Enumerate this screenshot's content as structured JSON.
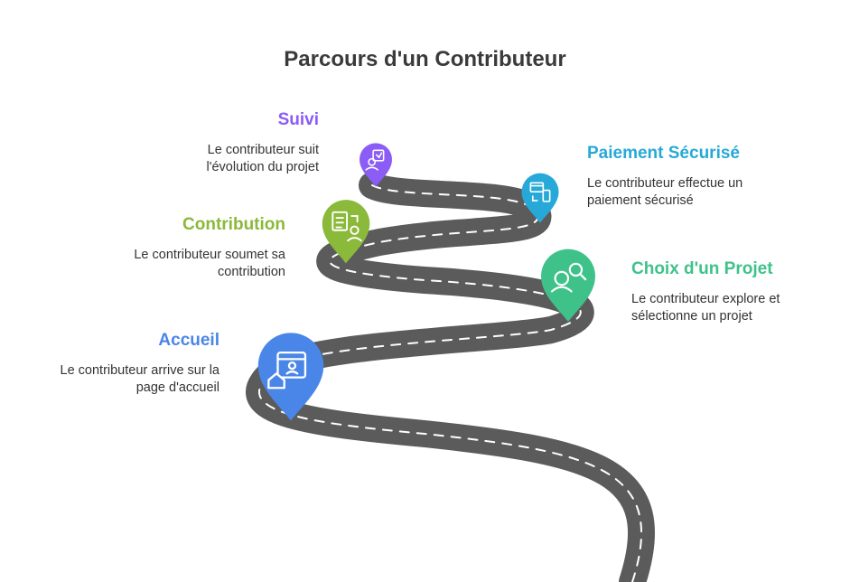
{
  "title": "Parcours d'un Contributeur",
  "steps": [
    {
      "title": "Accueil",
      "description": "Le contributeur arrive sur la page d'accueil",
      "color": "#4a86e8",
      "icon": "home-page-icon"
    },
    {
      "title": "Choix d'un Projet",
      "description": "Le contributeur explore et sélectionne un projet",
      "color": "#3fc28a",
      "icon": "user-search-icon"
    },
    {
      "title": "Contribution",
      "description": "Le contributeur soumet sa contribution",
      "color": "#8bb93a",
      "icon": "clipboard-user-icon"
    },
    {
      "title": "Paiement Sécurisé",
      "description": "Le contributeur effectue un paiement sécurisé",
      "color": "#27a9d8",
      "icon": "payment-transfer-icon"
    },
    {
      "title": "Suivi",
      "description": "Le contributeur suit l'évolution du projet",
      "color": "#8b5cf6",
      "icon": "tracking-user-icon"
    }
  ],
  "road_color": "#5b5b5b",
  "lane_marking_color": "#ffffff"
}
